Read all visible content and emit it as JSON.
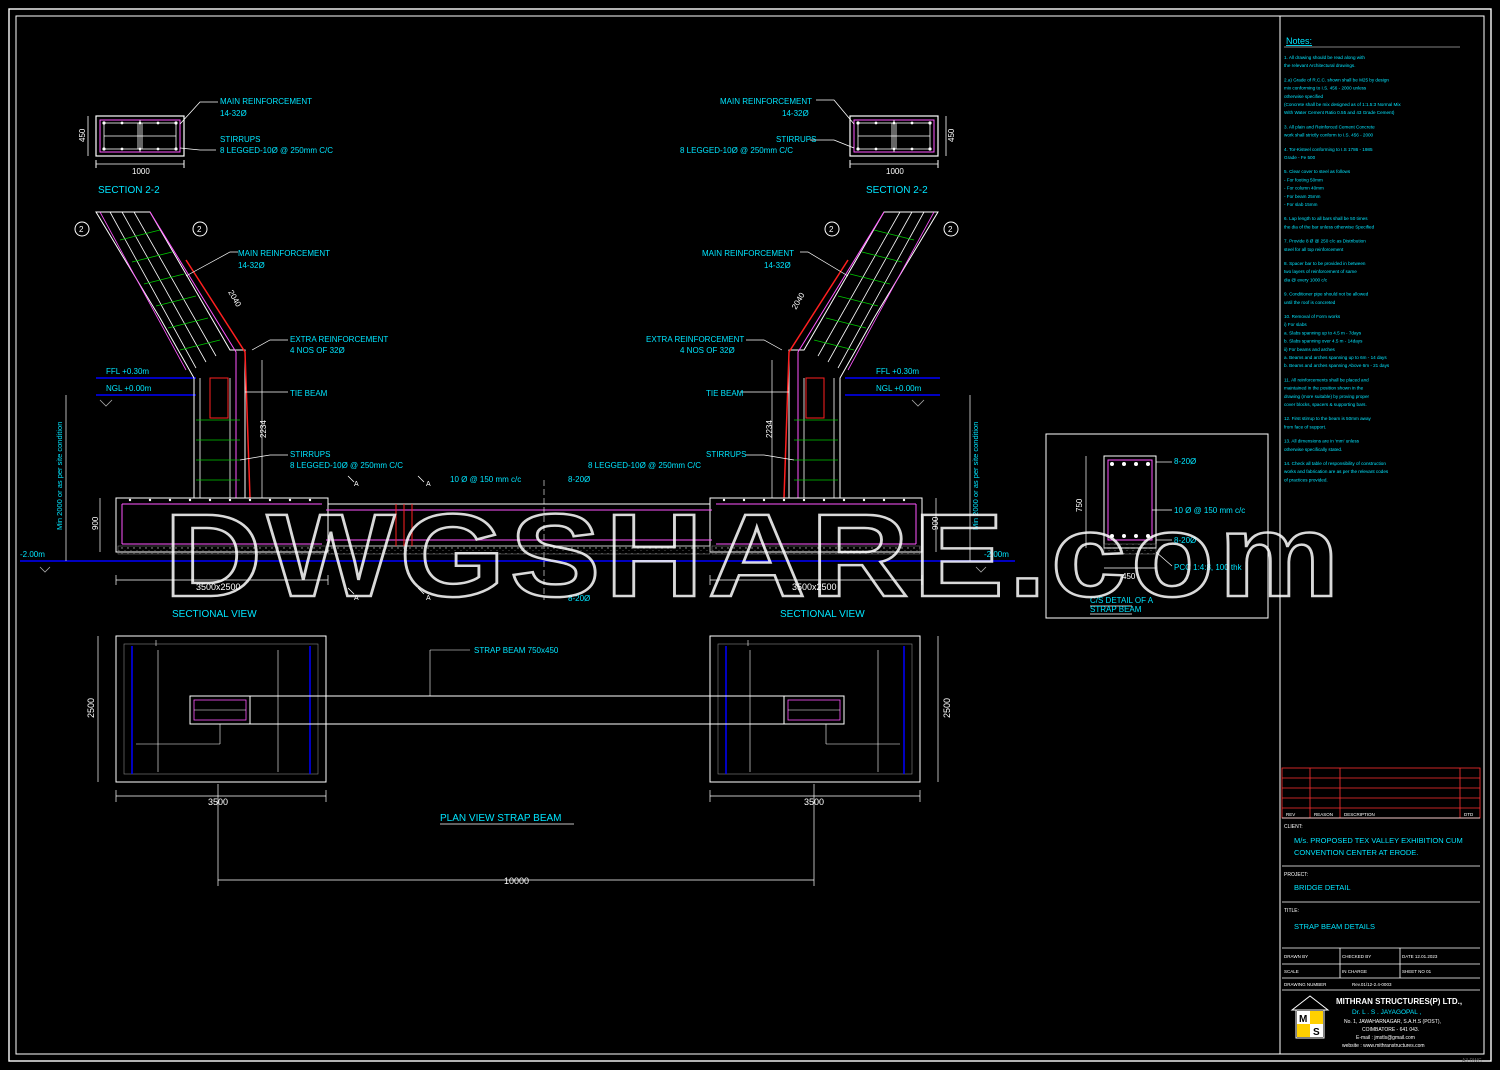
{
  "colors": {
    "background": "#000000",
    "frame": "#ffffff",
    "text": "#00e5ff",
    "reinforcement": "#ff55ff",
    "stirrup": "#00c800",
    "extra_bar": "#ff2020",
    "ground": "#0000ff",
    "title_grid": "#ff3030"
  },
  "watermark": "DWGSHARE.com",
  "section_views": {
    "left": {
      "label": "SECTION  2-2",
      "dim_width": "1000",
      "dim_height": "450",
      "main_reinf_label": "MAIN REINFORCEMENT",
      "main_reinf_value": "14-32Ø",
      "stirrups_label": "STIRRUPS",
      "stirrups_value": "8 LEGGED-10Ø @ 250mm C/C"
    },
    "right": {
      "label": "SECTION  2-2",
      "dim_width": "1000",
      "dim_height": "450",
      "main_reinf_label": "MAIN REINFORCEMENT",
      "main_reinf_value": "14-32Ø",
      "stirrups_label": "STIRRUPS",
      "stirrups_value": "8 LEGGED-10Ø @ 250mm C/C"
    }
  },
  "sectional_view": {
    "left": {
      "title": "SECTIONAL  VIEW",
      "main_reinf_label": "MAIN REINFORCEMENT",
      "main_reinf_value": "14-32Ø",
      "extra_label": "EXTRA REINFORCEMENT",
      "extra_value": "4 NOS OF 32Ø",
      "tie_beam": "TIE BEAM",
      "stirrups_label": "STIRRUPS",
      "stirrups_value": "8 LEGGED-10Ø @ 250mm C/C",
      "ffl": "FFL +0.30m",
      "ngl": "NGL +0.00m",
      "level": "-2.00m",
      "footing_size": "3500x2500",
      "depth": "900",
      "dim_2040": "2040",
      "dim_2234": "2234",
      "min_depth": "Min 2000 or as per site condition",
      "grid": "2"
    },
    "right": {
      "title": "SECTIONAL  VIEW",
      "main_reinf_label": "MAIN REINFORCEMENT",
      "main_reinf_value": "14-32Ø",
      "extra_label": "EXTRA REINFORCEMENT",
      "extra_value": "4 NOS OF 32Ø",
      "tie_beam": "TIE BEAM",
      "stirrups_label": "STIRRUPS",
      "stirrups_value": "8 LEGGED-10Ø @ 250mm C/C",
      "ffl": "FFL +0.30m",
      "ngl": "NGL +0.00m",
      "level": "-2.00m",
      "footing_size": "3500x2500",
      "depth": "900",
      "dim_2040": "2040",
      "dim_2234": "2234",
      "min_depth": "Min 2000 or as per site condition",
      "grid": "2"
    },
    "mid_label_top": "10 Ø @ 150 mm c/c",
    "bar_top": "8-20Ø",
    "bar_bottom": "8-20Ø",
    "section_mark": "A"
  },
  "plan_view": {
    "title": "PLAN VIEW STRAP BEAM",
    "strap_label": "STRAP BEAM 750x450",
    "left_width": "3500",
    "right_width": "3500",
    "left_height": "2500",
    "right_height": "2500",
    "total": "10000"
  },
  "cs_detail": {
    "title_1": "C/S DETAIL OF A",
    "title_2": "STRAP BEAM",
    "bar_top": "8-20Ø",
    "stirrup": "10 Ø @ 150 mm c/c",
    "bar_bottom": "8-20Ø",
    "pcc": "PCC 1:4:8, 100 thk",
    "dim_height": "750",
    "dim_width": "450"
  },
  "notes": {
    "title": "Notes:",
    "items": [
      "1. All drawing should be read along with",
      "    the relevant Architectural drawings.",
      "2.a) Grade of R.C.C. shown shall be M25 by design",
      "     mix conforming to I.S. 456 - 2000 unless",
      "     otherwise specified",
      "   (Concrete shall be mix designed as of 1:1.5:3 Normal Mix",
      "   With Water Cement Ratio 0.55 and 43 Grade Cement)",
      "3. All plain and Reinforced Cement Concrete",
      "   work shall strictly conform to I.S. 456 - 2000",
      "4. Tor-Kisteel conforming to I.S 1786 - 1985",
      "   Grade - Fe 500",
      "5. Clear cover to steel as follows",
      "   - For footing 50mm",
      "   - For column  40mm",
      "   - For beam 25mm",
      "   - For slab 15mm",
      "6. Lap length to all bars shall be 50 times",
      "   the dia of the bar unless otherwise Specified",
      "7. Provide 8 Ø @ 250 c/c as Distribution",
      "   steel for all top reinforcement",
      "8. Spacer bar to be provided in  between",
      "   two layers of reinforcement of same",
      "   dia @ every 1000 c/c",
      "9. Conditioner pipe should not be allowed",
      "   until the roof is concreted",
      "10. Removal of Form works",
      "   i) For slabs",
      "      a. Slabs spanning up to 4.5 m - 7days",
      "      b. Slabs spanning over 4.5 m - 14days",
      "   ii) For beams and arches",
      "      a. Beams and arches spanning up to 6m - 14 days",
      "      b. Beams and arches spanning Above 6m - 21 days",
      "11. All reinforcements shall be placed and",
      "    maintained in the position shown in the",
      "    drawing  (more suitable) by proving proper",
      "    cover blocks, spacers & supporting bars.",
      "12. First stirrup to the beam is 50mm away",
      "    from face of support.",
      "13. All dimensions are in 'mm' unless",
      "    otherwise specifically stated.",
      "14. Check all table of responsibility of construction",
      "    works and fabrication are as per the relevant codes",
      "    of practices provided."
    ]
  },
  "title_block": {
    "rev_headers": [
      "REV",
      "REASON",
      "DESCRIPTION",
      "DTD"
    ],
    "client_label": "CLIENT:",
    "client_line1": "M/s. PROPOSED TEX VALLEY EXHIBITION CUM",
    "client_line2": "CONVENTION CENTER AT ERODE.",
    "project_label": "PROJECT:",
    "project": "BRIDGE DETAIL",
    "title_label": "TITLE:",
    "title": "STRAP BEAM DETAILS",
    "drawn_by": "DRAWN BY",
    "checked_by": "CHECKED BY",
    "date": "DATE 12.01.2023",
    "scale": "SCALE",
    "approved": "IN CHARGE",
    "sheet": "SHEET NO 01",
    "drawing_no_label": "DRAWING NUMBER",
    "drawing_no": "Rev.01/12-2.4-0003",
    "company": "MITHRAN STRUCTURES(P) LTD.,",
    "engineer": "Dr. L . S . JAYAGOPAL ,",
    "address1": "No. 1, JAWAHARNAGAR, S.A.H.S (POST),",
    "address2": "COIMBATORE - 641 043.",
    "email": "E-mail : jmstls@gmail.com",
    "website": "website : www.mithranstructures.com",
    "logo_m": "M",
    "logo_s": "S",
    "sheet_size": "A3 DWG"
  }
}
